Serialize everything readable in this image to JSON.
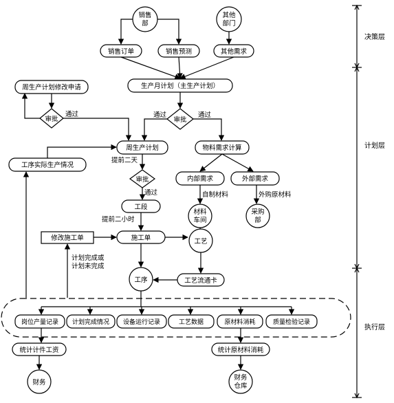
{
  "nodes": {
    "sales_dept": [
      "销售",
      "部"
    ],
    "other_dept": [
      "其他",
      "部门"
    ],
    "sales_order": "销售订单",
    "sales_forecast": "销售预测",
    "other_demand": "其他需求",
    "monthly_plan": "生产月计划（主生产计划）",
    "weekly_change_request": "周生产计划修改申请",
    "approve_1": "审批",
    "approve_2": "审批",
    "approve_3": "审批",
    "weekly_plan": "周生产计划",
    "material_calc": "物料需求计算",
    "actual_status": "工序实际生产情况",
    "internal_demand": "内部需求",
    "external_demand": "外部需求",
    "section": "工段",
    "material_workshop": [
      "材料",
      "车间"
    ],
    "purchase_dept": [
      "采购",
      "部"
    ],
    "modify_order": "修改施工单",
    "work_order": "施工单",
    "craft": "工艺",
    "process": "工序",
    "craft_card": "工艺流通卡",
    "post_output": "岗位产量记录",
    "plan_completion": "计划完成情况",
    "equipment_record": "设备运行记录",
    "craft_data": "工艺数据",
    "raw_consumption": "原材料消耗",
    "quality_record": "质量检验记录",
    "piece_wage": "统计计件工资",
    "raw_stats": "统计原材料消耗",
    "finance": "财务",
    "finance_warehouse": [
      "财务",
      "仓库"
    ]
  },
  "edge_labels": {
    "pass_1": "通过",
    "pass_2": "通过",
    "pass_3": "通过",
    "pass_4": "通过",
    "two_days": "提前二天",
    "self_material": "自制材料",
    "purchase_material": "外购原材料",
    "two_hours": "提前二小时",
    "plan_status": [
      "计划完成或",
      "计划未完成"
    ]
  },
  "layers": {
    "decision": "决策层",
    "planning": "计划层",
    "execution": "执行层"
  }
}
